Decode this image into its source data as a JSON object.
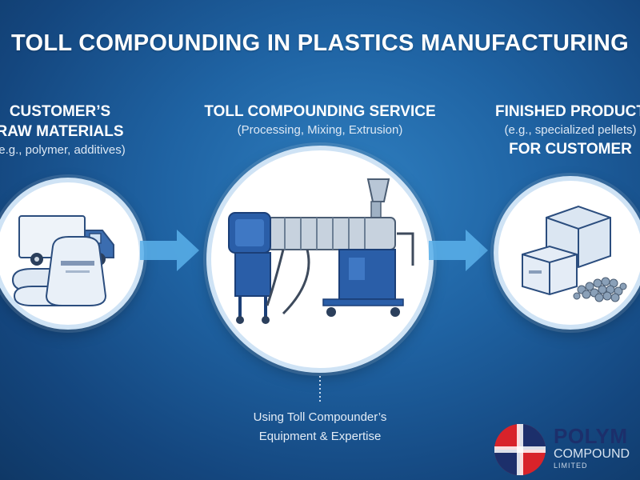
{
  "title": "TOLL COMPOUNDING IN PLASTICS MANUFACTURING",
  "stages": [
    {
      "heading_line1": "CUSTOMER’S",
      "heading_line2": "RAW MATERIALS",
      "sub": "(e.g., polymer, additives)"
    },
    {
      "heading_line1": "TOLL COMPOUNDING SERVICE",
      "sub": "(Processing, Mixing, Extrusion)"
    },
    {
      "heading_line1": "FINISHED PRODUCT",
      "sub": "(e.g., specialized pellets)",
      "heading_line2": "FOR CUSTOMER"
    }
  ],
  "caption": {
    "line1": "Using Toll Compounder’s",
    "line2": "Equipment & Expertise"
  },
  "logo": {
    "name": "POLYM",
    "sub": "COMPOUND",
    "ltd": "LIMITED"
  },
  "colors": {
    "accent_red": "#d8232a",
    "accent_navy": "#1c2f6b",
    "arrow": "#5ab0ea",
    "machine_blue": "#2a5ea8"
  },
  "icons": [
    "truck-icon",
    "sack-icon",
    "extruder-machine-icon",
    "box-icon",
    "pellets-icon",
    "arrow-right-icon",
    "logo-mark-icon"
  ]
}
